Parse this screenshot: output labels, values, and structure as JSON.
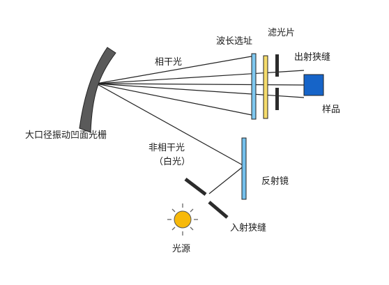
{
  "labels": {
    "grating": "大口径振动凹面光栅",
    "coherent_light": "相干光",
    "wavelength_selector": "波长选址",
    "filter": "滤光片",
    "exit_slit": "出射狭缝",
    "sample": "样品",
    "incoherent_light_line1": "非相干光",
    "incoherent_light_line2": "（白光）",
    "mirror": "反射镜",
    "entrance_slit": "入射狭缝",
    "light_source": "光源"
  },
  "colors": {
    "background": "#ffffff",
    "line": "#222222",
    "grating_fill": "#5a5a5a",
    "slit_fill": "#2b2b2b",
    "selector_blue": "#7ec8f0",
    "filter_yellow": "#f5dc6c",
    "sample_blue": "#1664c8",
    "mirror_blue": "#74c0ec",
    "source_yellow": "#f7b90a",
    "source_ray": "#666666"
  }
}
